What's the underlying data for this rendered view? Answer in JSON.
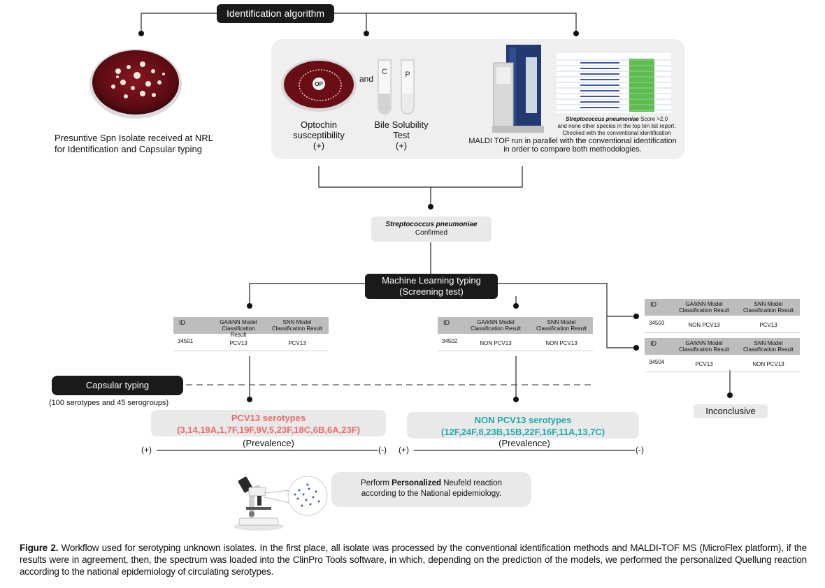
{
  "algorithm": {
    "title": "Identification algorithm"
  },
  "isolate": {
    "line1": "Presuntive Spn Isolate received at NRL",
    "line2": "for Identification and Capsular typing"
  },
  "tests": {
    "optochin_disk": "OP",
    "optochin_line1": "Optochin",
    "optochin_line2": "susceptibility",
    "optochin_result": "(+)",
    "and": "and",
    "tube_c": "C",
    "tube_p": "P",
    "bile_line1": "Bile Solubility",
    "bile_line2": "Test",
    "bile_result": "(+)"
  },
  "maldi": {
    "species": "Streptococcus pneumoniae",
    "score_text": " Score >2.0",
    "line2": "and none other species in the top ten list report.",
    "line3": "Checked with the conventional identification",
    "line4": "MALDI TOF run in parallel with the conventional identification",
    "line5": "in order to compare both methodologies."
  },
  "confirmed": {
    "species": "Streptococcus pneumoniae",
    "status": "Confirmed"
  },
  "ml": {
    "line1": "Machine Learning typing",
    "line2": "(Screening test)"
  },
  "tables": [
    {
      "h_id": "ID",
      "h_m1a": "GA/kNN Model",
      "h_m1b": "Classification Result",
      "h_m2a": "SNN Model",
      "h_m2b": "Classification Result",
      "id": "34501",
      "r1": "PCV13",
      "r2": "PCV13"
    },
    {
      "h_id": "ID",
      "h_m1a": "GA/kNN Model",
      "h_m1b": "Classification Result",
      "h_m2a": "SNN Model",
      "h_m2b": "Classification Result",
      "id": "34502",
      "r1": "NON PCV13",
      "r2": "NON PCV13"
    },
    {
      "h_id": "ID",
      "h_m1a": "GA/kNN Model",
      "h_m1b": "Classification Result",
      "h_m2a": "SNN Model",
      "h_m2b": "Classification Result",
      "id": "34503",
      "r1": "NON PCV13",
      "r2": "PCV13"
    },
    {
      "h_id": "ID",
      "h_m1a": "GA/kNN Model",
      "h_m1b": "Classification Result",
      "h_m2a": "SNN Model",
      "h_m2b": "Classification Result",
      "id": "34504",
      "r1": "PCV13",
      "r2": "NON PCV13"
    }
  ],
  "capsular": {
    "title": "Capsular typing",
    "sub": "(100 serotypes and 45 serogroups)"
  },
  "pcv13": {
    "title": "PCV13 serotypes",
    "list": "(3,14,19A,1,7F,19F,9V,5,23F,18C,6B,6A,23F)",
    "color": "#e96a6a",
    "prevalence": "(Prevalence)",
    "plus": "(+)",
    "minus": "(-)"
  },
  "nonpcv13": {
    "title": "NON PCV13 serotypes",
    "list": "(12F,24F,8,23B,15B,22F,16F,11A,13,7C)",
    "color": "#1fa9ad",
    "prevalence": "(Prevalence)",
    "plus": "(+)",
    "minus": "(-)"
  },
  "inconclusive": "Inconclusive",
  "neufeld": {
    "pre": "Perform ",
    "bold": "Personalized",
    "post": " Neufeld reaction",
    "line2": "according to the National epidemiology."
  },
  "caption": {
    "label": "Figure 2.",
    "text": " Workflow used for serotyping unknown isolates. In the first place, all isolate was processed by the conventional identification methods and   MALDI-TOF MS (MicroFlex platform), if the results were in agreement, then, the spectrum was loaded into the ClinPro Tools software, in which, depending on the prediction of the models, we performed the personalized Quellung reaction according to the national epidemiology of circulating serotypes."
  }
}
